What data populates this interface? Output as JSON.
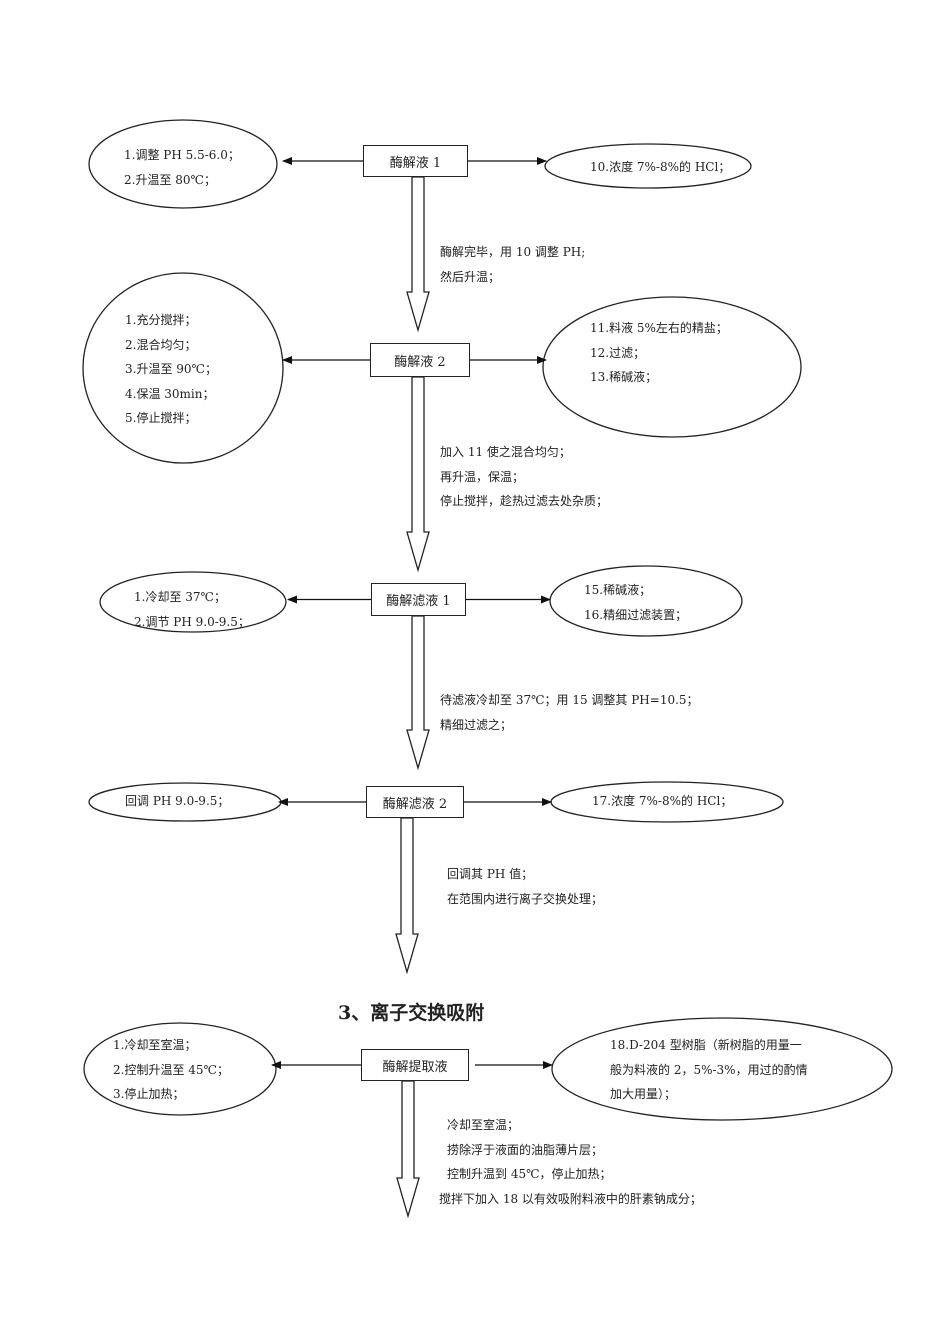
{
  "section_title": "3、离子交换吸附",
  "stages": [
    {
      "node": "酶解液 1",
      "left": [
        "1.调整 PH 5.5-6.0；",
        "2.升温至 80℃；"
      ],
      "right": [
        "10.浓度 7%-8%的 HCl；"
      ],
      "flow_note": [
        "酶解完毕，用 10  调整 PH;",
        "然后升温；"
      ]
    },
    {
      "node": "酶解液 2",
      "left": [
        "1.充分搅拌；",
        "2.混合均匀；",
        "3.升温至 90℃；",
        "4.保温 30min；",
        "5.停止搅拌；"
      ],
      "right": [
        "11.料液 5%左右的精盐；",
        "12.过滤；",
        "13.稀碱液；"
      ],
      "flow_note": [
        "加入 11 使之混合均匀；",
        "再升温，保温；",
        "停止搅拌，趁热过滤去处杂质；"
      ]
    },
    {
      "node": "酶解滤液 1",
      "left": [
        "1.冷却至 37℃；",
        "2.调节 PH 9.0-9.5；"
      ],
      "right": [
        "15.稀碱液；",
        "16.精细过滤装置；"
      ],
      "flow_note": [
        "待滤液冷却至 37℃；用 15 调整其 PH=10.5；",
        "精细过滤之；"
      ]
    },
    {
      "node": "酶解滤液 2",
      "left": [
        "回调 PH 9.0-9.5；"
      ],
      "right": [
        "17.浓度 7%-8%的 HCl；"
      ],
      "flow_note": [
        "回调其 PH 值；",
        "在范围内进行离子交换处理；"
      ]
    },
    {
      "node": "酶解提取液",
      "left": [
        "1.冷却至室温；",
        "2.控制升温至 45℃；",
        "3.停止加热；"
      ],
      "right": [
        "18.D-204  型树脂（新树脂的用量一",
        "般为料液的 2，5%-3%，用过的酌情",
        "加大用量）；"
      ],
      "flow_note": [
        "冷却至室温；",
        "捞除浮于液面的油脂薄片层；",
        "控制升温到 45℃，停止加热；",
        "搅拌下加入 18 以有效吸附料液中的肝素钠成分；"
      ]
    }
  ]
}
